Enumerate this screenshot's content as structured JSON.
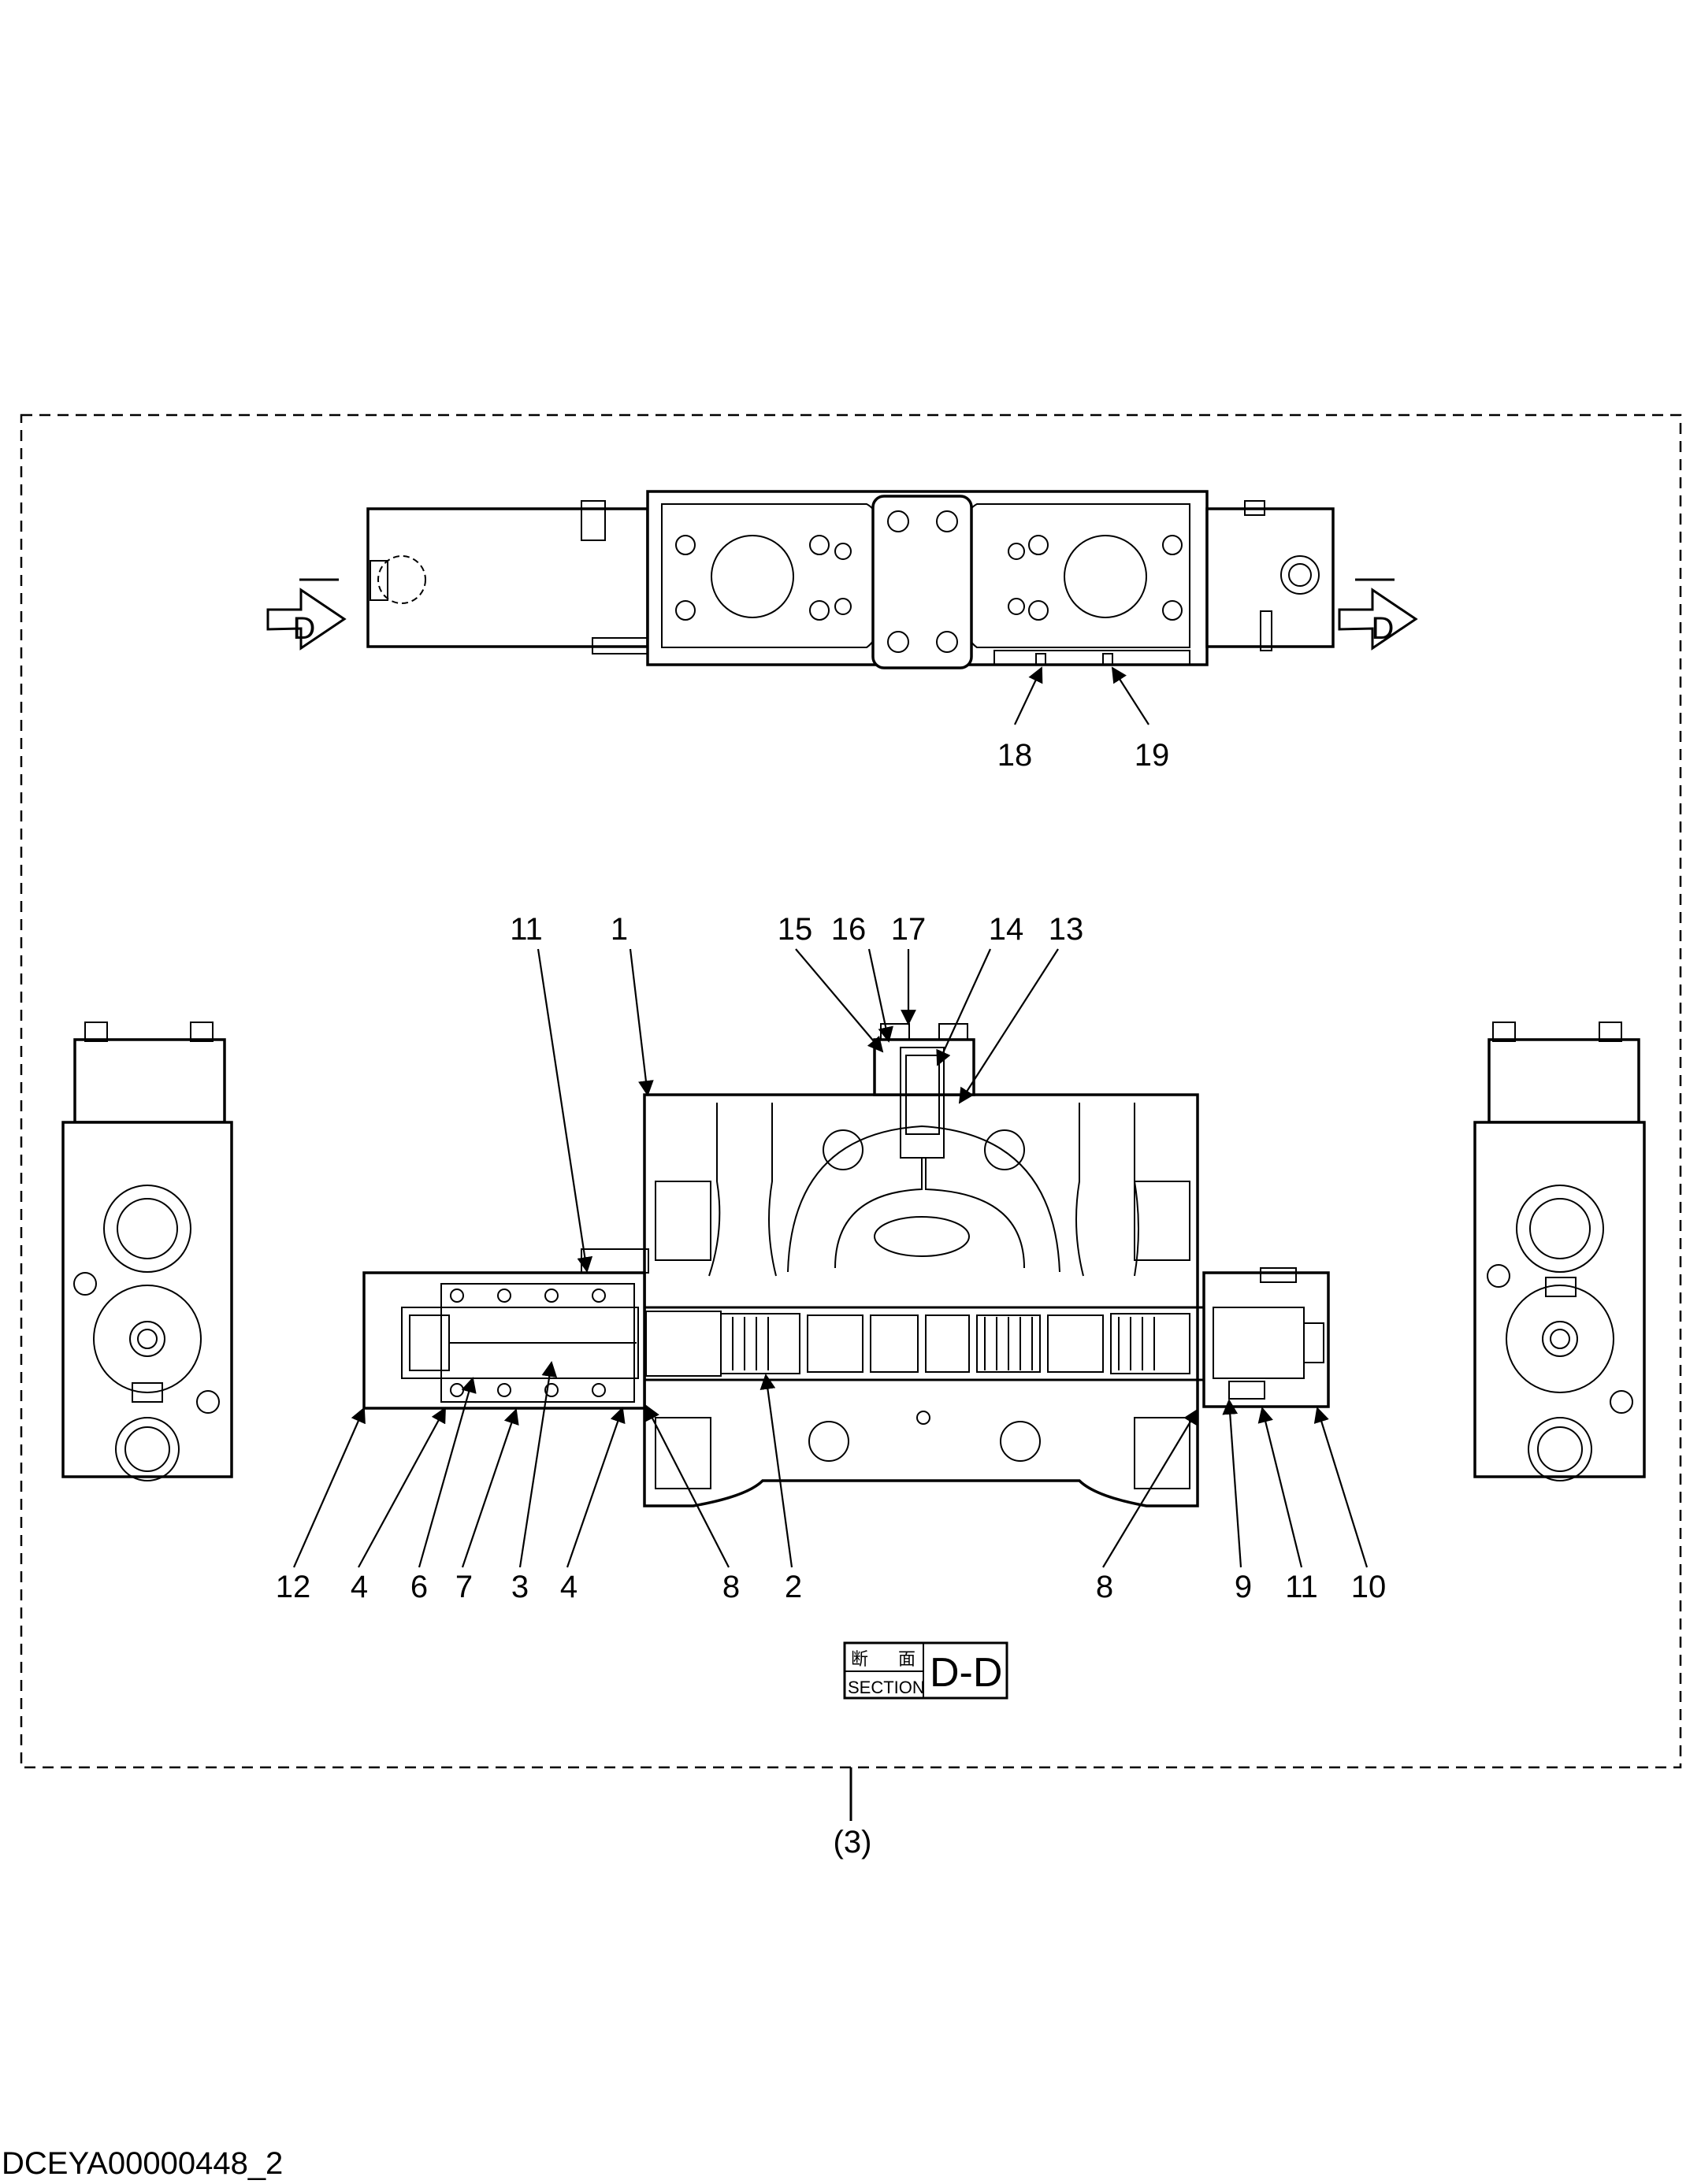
{
  "drawing_code": "DCEYA00000448_2",
  "assembly_ref": "(3)",
  "view_marker": "D",
  "section": {
    "kanji_1": "断",
    "kanji_2": "面",
    "label": "SECTION",
    "name": "D-D"
  },
  "part_labels": {
    "l1": "1",
    "l2": "2",
    "l3": "3",
    "l4a": "4",
    "l4b": "4",
    "l6": "6",
    "l7": "7",
    "l8a": "8",
    "l8b": "8",
    "l9": "9",
    "l10": "10",
    "l11a": "11",
    "l11b": "11",
    "l12": "12",
    "l13": "13",
    "l14": "14",
    "l15": "15",
    "l16": "16",
    "l17": "17",
    "l18": "18",
    "l19": "19"
  }
}
